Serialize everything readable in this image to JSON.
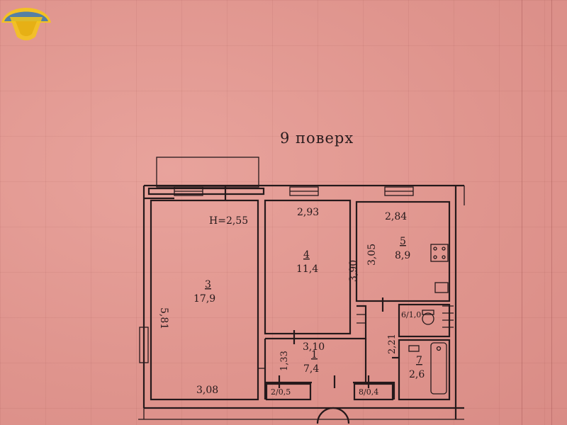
{
  "floor_label": "9 поверх",
  "height_label": "H=2,55",
  "rooms": [
    {
      "id": "room-3",
      "number": "3",
      "area": "17,9"
    },
    {
      "id": "room-4",
      "number": "4",
      "area": "11,4"
    },
    {
      "id": "room-5",
      "number": "5",
      "area": "8,9"
    },
    {
      "id": "room-1",
      "number": "1",
      "area": "7,4"
    },
    {
      "id": "room-7",
      "number": "7",
      "area": "2,6"
    }
  ],
  "small_rooms": {
    "room_6": "6/1,0",
    "room_2": "2/0,5",
    "room_8": "8/0,4"
  },
  "dimensions": {
    "room3_height": "5,81",
    "room3_width": "3,08",
    "room4_width": "2,93",
    "room4_height": "3,90",
    "room5_width": "2,84",
    "room5_height": "3,05",
    "hall_width": "3,10",
    "hall_height": "1,33",
    "bath_height": "2,21"
  },
  "colors": {
    "paper": "#e39a93",
    "ink": "#25191b",
    "logo_yellow": "#f5c518",
    "logo_blue": "#2d6fc4"
  }
}
